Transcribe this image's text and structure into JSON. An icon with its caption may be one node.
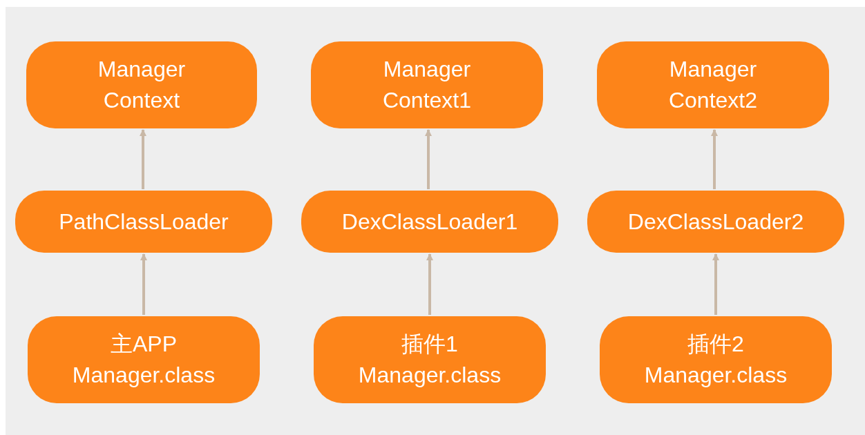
{
  "diagram": {
    "nodes": [
      {
        "text": [
          "Manager Context"
        ]
      },
      {
        "text": [
          "Manager Context1"
        ]
      },
      {
        "text": [
          "Manager Context2"
        ]
      },
      {
        "text": [
          "PathClassLoader"
        ]
      },
      {
        "text": [
          "DexClassLoader1"
        ]
      },
      {
        "text": [
          "DexClassLoader2"
        ]
      },
      {
        "text": [
          "主APP Manager.class"
        ]
      },
      {
        "text": [
          "插件1 Manager.class"
        ]
      },
      {
        "text": [
          "插件2 Manager.class"
        ]
      }
    ],
    "edges": [
      {
        "from": 6,
        "to": 3,
        "arrow": "to"
      },
      {
        "from": 3,
        "to": 0,
        "arrow": "to"
      },
      {
        "from": 7,
        "to": 4,
        "arrow": "to"
      },
      {
        "from": 4,
        "to": 1,
        "arrow": "to"
      },
      {
        "from": 8,
        "to": 5,
        "arrow": "to"
      },
      {
        "from": 5,
        "to": 2,
        "arrow": "to"
      }
    ]
  }
}
